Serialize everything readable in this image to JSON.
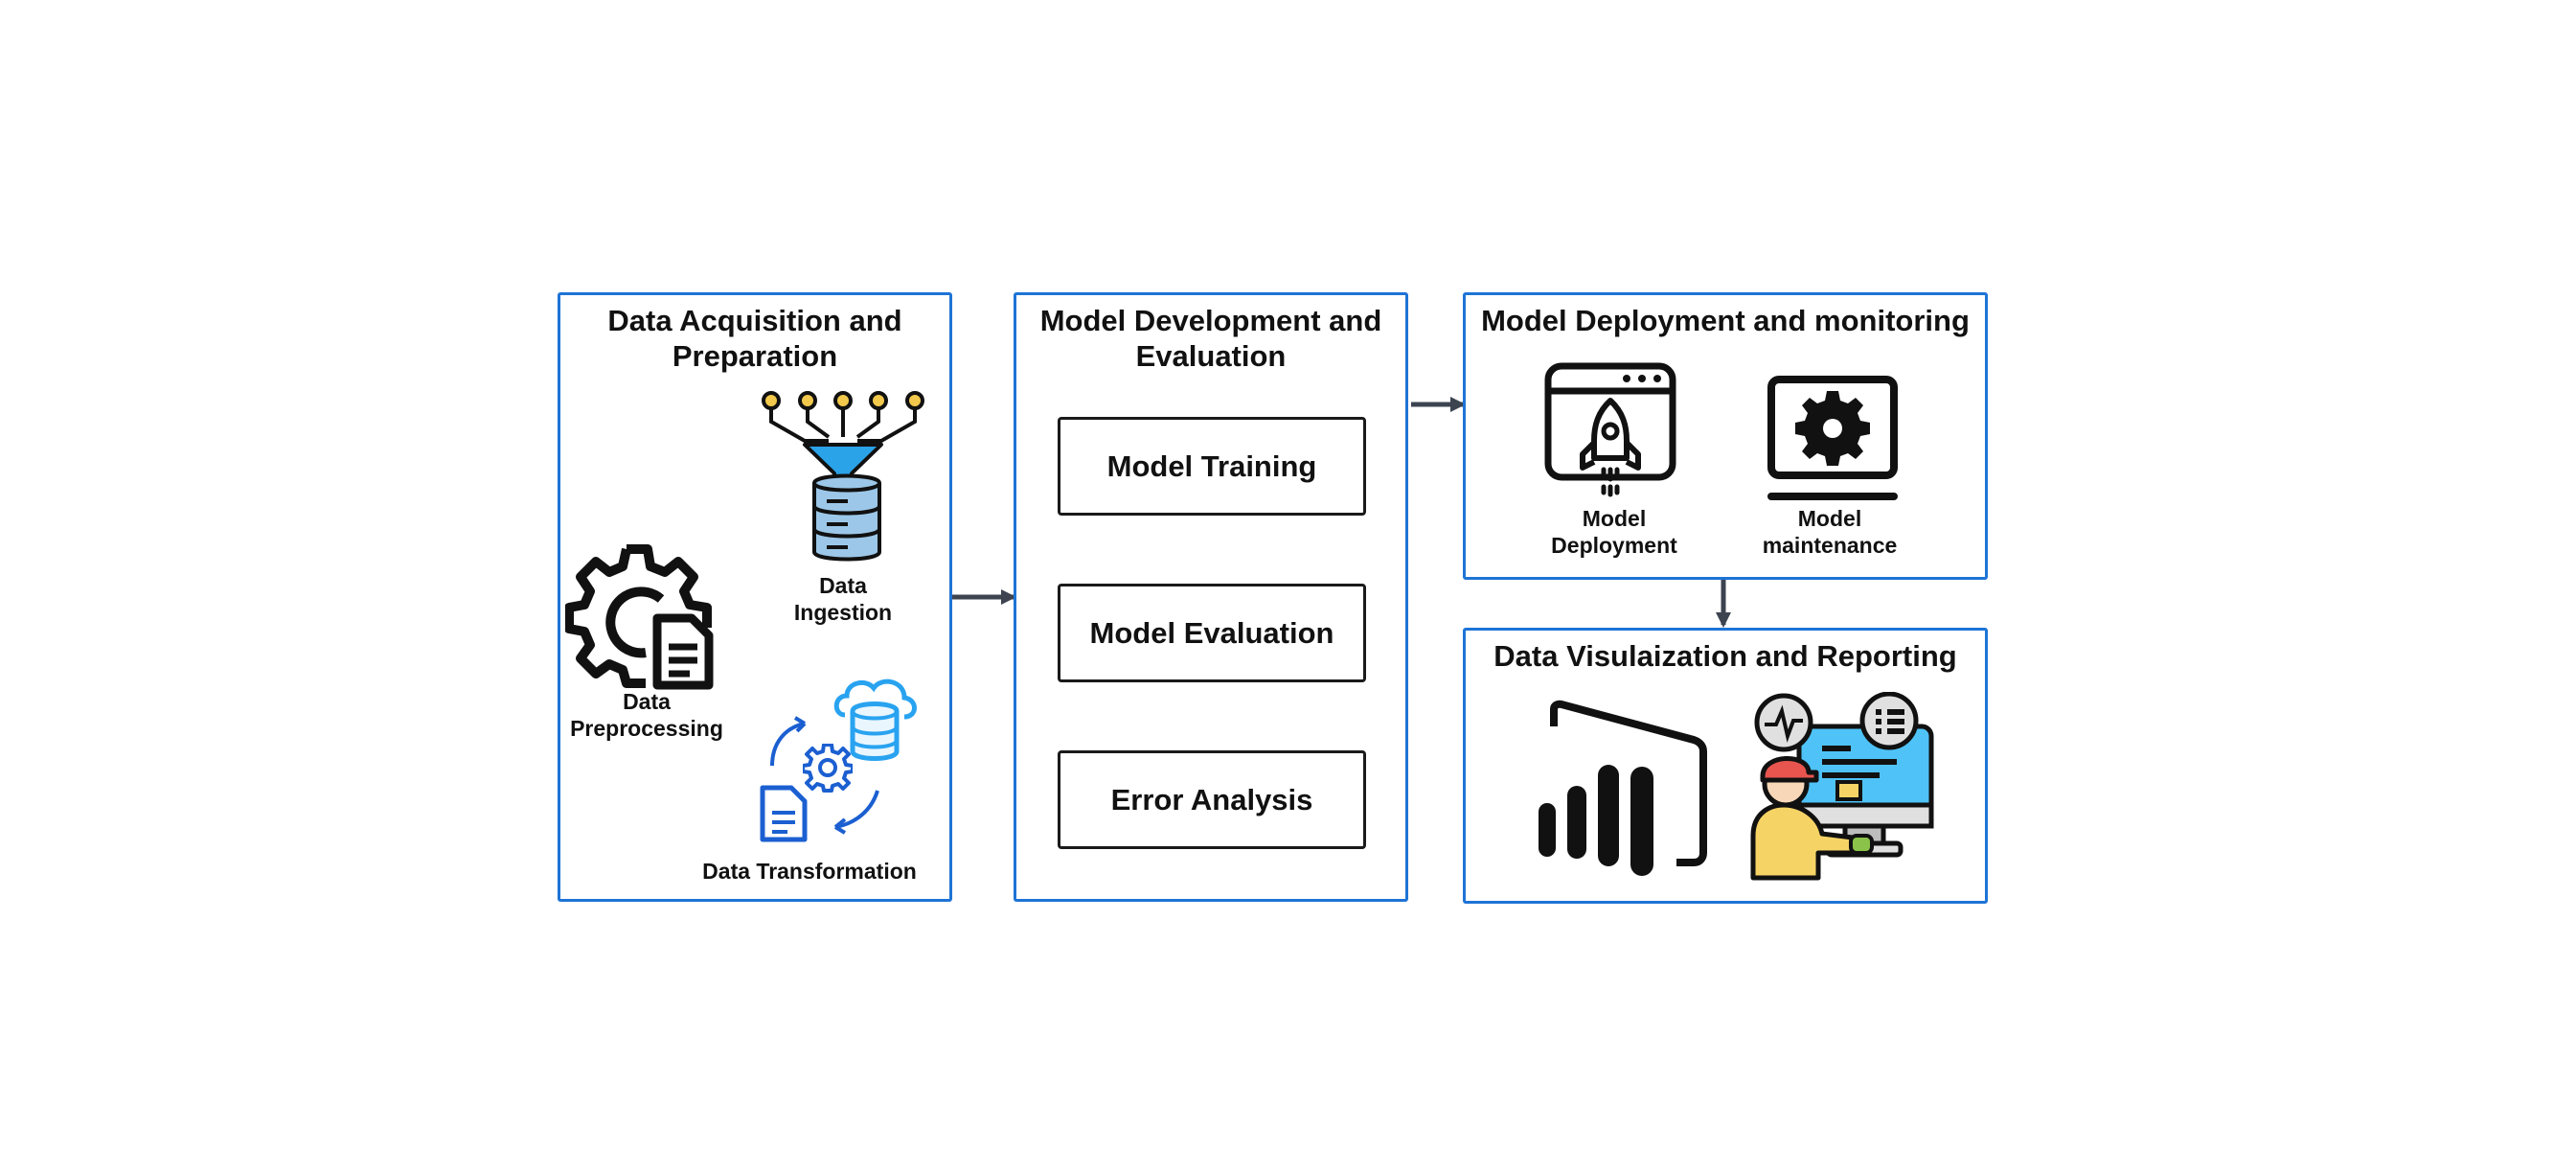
{
  "stages": {
    "acquisition": {
      "title_line1": "Data Acquisition and",
      "title_line2": "Preparation",
      "ingestion_line1": "Data",
      "ingestion_line2": "Ingestion",
      "preprocessing_line1": "Data",
      "preprocessing_line2": "Preprocessing",
      "transformation": "Data Transformation"
    },
    "development": {
      "title_line1": "Model Development and",
      "title_line2": "Evaluation",
      "steps": [
        "Model Training",
        "Model Evaluation",
        "Error Analysis"
      ]
    },
    "deployment": {
      "title": "Model Deployment and monitoring",
      "deploy_line1": "Model",
      "deploy_line2": "Deployment",
      "maint_line1": "Model",
      "maint_line2": "maintenance"
    },
    "visualization": {
      "title": "Data Visulaization and Reporting"
    }
  },
  "colors": {
    "panel_border": "#1e74d6",
    "arrow": "#3d4450",
    "funnel_blue": "#2ba3e8",
    "doc_blue": "#1b5fd1",
    "cloud_blue": "#29a3f0",
    "monitor_blue": "#4fc3f7",
    "person_yellow": "#f6d365",
    "cap_red": "#e8554e"
  },
  "icons": [
    "funnel-icon",
    "database-icon",
    "gear-document-icon",
    "cloud-database-icon",
    "gear-icon",
    "document-icon",
    "rocket-browser-icon",
    "monitor-gear-icon",
    "power-bi-icon",
    "analyst-monitor-icon"
  ]
}
